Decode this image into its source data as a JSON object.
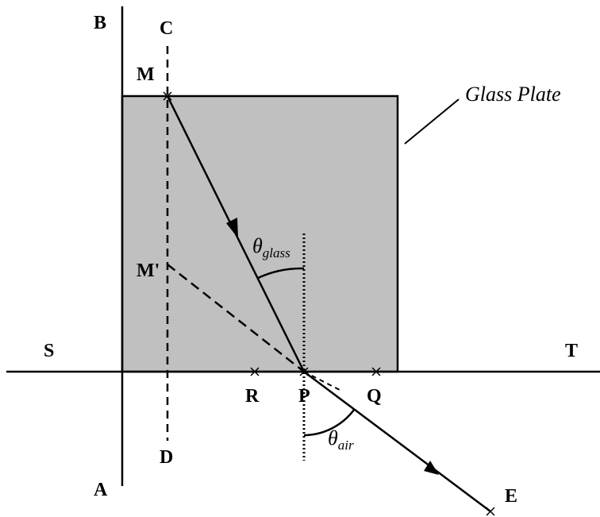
{
  "diagram": {
    "plate_label": "Glass Plate",
    "plate_fill": "#c0c0c0",
    "points": {
      "B": "B",
      "C": "C",
      "M": "M",
      "M_prime": "M'",
      "S": "S",
      "T": "T",
      "R": "R",
      "P": "P",
      "Q": "Q",
      "D": "D",
      "A": "A",
      "E": "E"
    },
    "angles": {
      "glass": {
        "symbol": "θ",
        "subscript": "glass"
      },
      "air": {
        "symbol": "θ",
        "subscript": "air"
      }
    }
  }
}
